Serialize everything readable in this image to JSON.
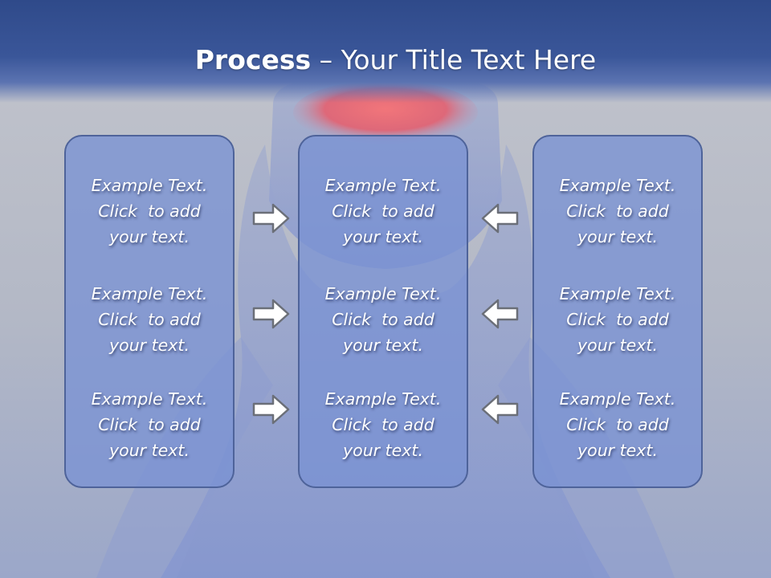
{
  "slide": {
    "title_bold": "Process",
    "title_rest": " – Your Title Text Here"
  },
  "panels": {
    "left": [
      {
        "line1": "Example Text.",
        "line2": "Click  to add",
        "line3": "your text."
      },
      {
        "line1": "Example Text.",
        "line2": "Click  to add",
        "line3": "your text."
      },
      {
        "line1": "Example Text.",
        "line2": "Click  to add",
        "line3": "your text."
      }
    ],
    "middle": [
      {
        "line1": "Example Text.",
        "line2": "Click  to add",
        "line3": "your text."
      },
      {
        "line1": "Example Text.",
        "line2": "Click  to add",
        "line3": "your text."
      },
      {
        "line1": "Example Text.",
        "line2": "Click  to add",
        "line3": "your text."
      }
    ],
    "right": [
      {
        "line1": "Example Text.",
        "line2": "Click  to add",
        "line3": "your text."
      },
      {
        "line1": "Example Text.",
        "line2": "Click  to add",
        "line3": "your text."
      },
      {
        "line1": "Example Text.",
        "line2": "Click  to add",
        "line3": "your text."
      }
    ]
  },
  "arrows": {
    "left_to_middle": "arrow-right-icon",
    "right_to_middle": "arrow-left-icon"
  },
  "colors": {
    "header": "#2f4a8a",
    "panel_fill": "#7a92d4",
    "panel_border": "#4e639a",
    "arrow_fill": "#ffffff",
    "arrow_stroke": "#6b6f78"
  }
}
